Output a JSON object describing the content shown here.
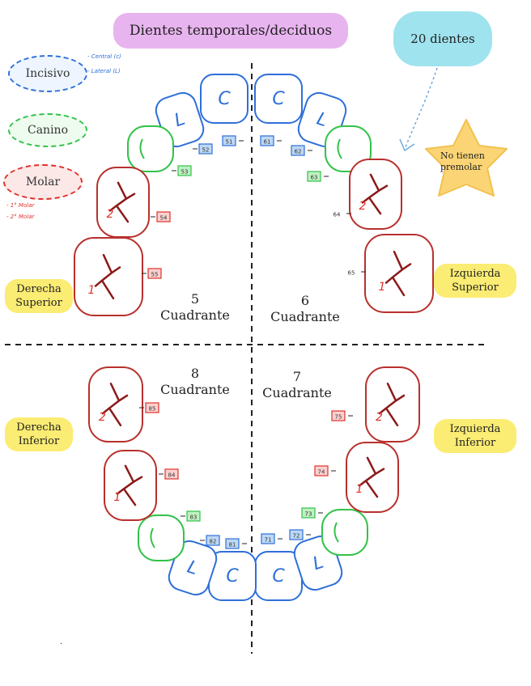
{
  "title": "Dientes temporales/deciduos",
  "count": "20 dientes",
  "legend": {
    "incisivo": "Incisivo",
    "canino": "Canino",
    "molar": "Molar",
    "incisivo_notes": [
      "- Central (c)",
      "- Lateral (L)"
    ],
    "molar_notes": [
      "- 1° Molar",
      "- 2° Molar"
    ]
  },
  "star_note": "No tienen premolar",
  "quadrants": {
    "upper_right": {
      "label_1": "Derecha",
      "label_2": "Superior",
      "number": "5",
      "word": "Cuadrante"
    },
    "upper_left": {
      "label_1": "Izquierda",
      "label_2": "Superior",
      "number": "6",
      "word": "Cuadrante"
    },
    "lower_right": {
      "label_1": "Derecha",
      "label_2": "Inferior",
      "number": "8",
      "word": "Cuadrante"
    },
    "lower_left": {
      "label_1": "Izquierda",
      "label_2": "Inferior",
      "number": "7",
      "word": "Cuadrante"
    }
  },
  "colors": {
    "incisor": "#2f6fd9",
    "canine": "#33c24a",
    "molar": "#b8302c",
    "tag_blue": "#bcd8f4",
    "tag_green": "#bff0c2",
    "tag_red": "#fbd0d0"
  },
  "teeth": [
    {
      "code": "51",
      "type": "incisor",
      "mark": "C"
    },
    {
      "code": "52",
      "type": "incisor",
      "mark": "L"
    },
    {
      "code": "53",
      "type": "canine",
      "mark": ""
    },
    {
      "code": "54",
      "type": "molar",
      "mark": "2"
    },
    {
      "code": "55",
      "type": "molar",
      "mark": "1"
    },
    {
      "code": "61",
      "type": "incisor",
      "mark": "C"
    },
    {
      "code": "62",
      "type": "incisor",
      "mark": "L"
    },
    {
      "code": "63",
      "type": "canine",
      "mark": ""
    },
    {
      "code": "64",
      "type": "molar",
      "mark": "2"
    },
    {
      "code": "65",
      "type": "molar",
      "mark": "1"
    },
    {
      "code": "71",
      "type": "incisor",
      "mark": "C"
    },
    {
      "code": "72",
      "type": "incisor",
      "mark": "L"
    },
    {
      "code": "73",
      "type": "canine",
      "mark": ""
    },
    {
      "code": "74",
      "type": "molar",
      "mark": "1"
    },
    {
      "code": "75",
      "type": "molar",
      "mark": "2"
    },
    {
      "code": "81",
      "type": "incisor",
      "mark": "C"
    },
    {
      "code": "82",
      "type": "incisor",
      "mark": "L"
    },
    {
      "code": "83",
      "type": "canine",
      "mark": ""
    },
    {
      "code": "84",
      "type": "molar",
      "mark": "1"
    },
    {
      "code": "85",
      "type": "molar",
      "mark": "2"
    }
  ]
}
